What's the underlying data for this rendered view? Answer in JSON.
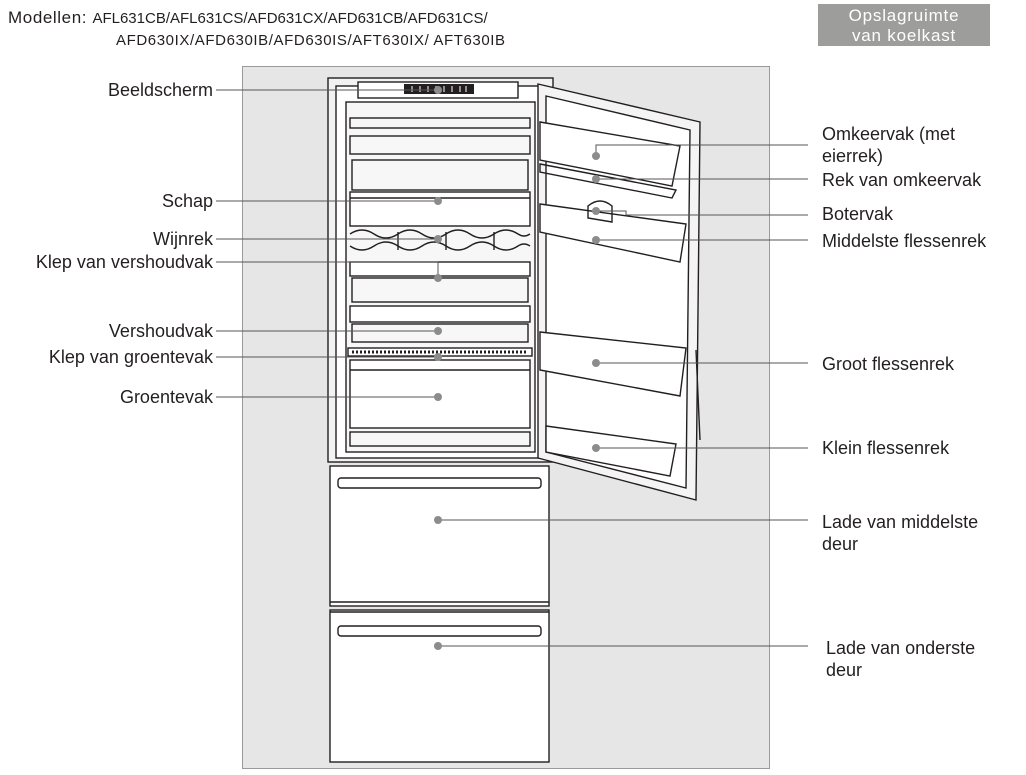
{
  "header": {
    "models_label": "Modellen:",
    "models_line1": "AFL631CB/AFL631CS/AFD631CX/AFD631CB/AFD631CS/",
    "models_line2": "AFD630IX/AFD630IB/AFD630IS/AFT630IX/ AFT630IB",
    "section_badge_line1": "Opslagruimte",
    "section_badge_line2": "van koelkast"
  },
  "labels_left": [
    {
      "text": "Beeldscherm"
    },
    {
      "text": "Schap"
    },
    {
      "text": "Wijnrek"
    },
    {
      "text": "Klep van vershoudvak"
    },
    {
      "text": "Vershoudvak"
    },
    {
      "text": "Klep van groentevak"
    },
    {
      "text": "Groentevak"
    }
  ],
  "labels_right": [
    {
      "line1": "Omkeervak (met",
      "line2": "eierrek)"
    },
    {
      "line1": "Rek van omkeervak",
      "line2": ""
    },
    {
      "line1": "Botervak",
      "line2": ""
    },
    {
      "line1": "Middelste flessenrek",
      "line2": ""
    },
    {
      "line1": "Groot flessenrek",
      "line2": ""
    },
    {
      "line1": "Klein flessenrek",
      "line2": ""
    },
    {
      "line1": "Lade van middelste",
      "line2": "deur"
    },
    {
      "line1": "Lade van onderste",
      "line2": "deur"
    }
  ],
  "colors": {
    "panel": "#e6e6e6",
    "badge": "#9d9d9c",
    "leader": "#555555",
    "dot": "#8c8c8c"
  }
}
